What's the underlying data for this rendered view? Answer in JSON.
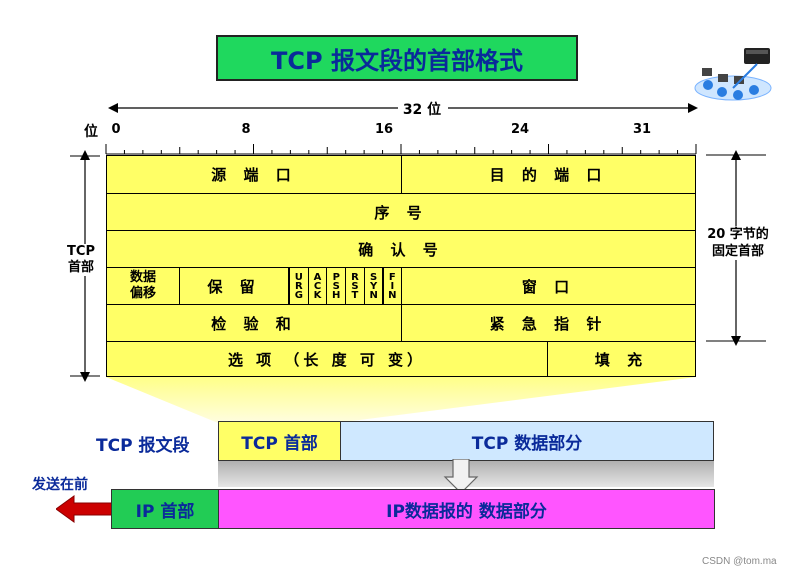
{
  "title": "TCP 报文段的首部格式",
  "bit_width_label": "32 位",
  "bit_axis": {
    "label": "位",
    "ticks": [
      "0",
      "8",
      "16",
      "24",
      "31"
    ]
  },
  "left_label": [
    "TCP",
    "首部"
  ],
  "right_label": [
    "20 字节的",
    "固定首部"
  ],
  "fields": {
    "src_port": "源 端 口",
    "dst_port": "目 的 端 口",
    "seq": "序 号",
    "ack": "确 认 号",
    "offset": [
      "数据",
      "偏移"
    ],
    "reserved": "保 留",
    "flags": [
      "URG",
      "ACK",
      "PSH",
      "RST",
      "SYN",
      "FIN"
    ],
    "window": "窗 口",
    "checksum": "检 验 和",
    "urgent": "紧 急 指 针",
    "options": "选 项 （长 度 可 变）",
    "padding": "填 充"
  },
  "segment": {
    "label": "TCP 报文段",
    "header": "TCP 首部",
    "data": "TCP 数据部分"
  },
  "ip": {
    "send_label": "发送在前",
    "header": "IP 首部",
    "data": "IP数据报的 数据部分"
  },
  "watermark": "CSDN @tom.ma",
  "colors": {
    "field": "#ffff66",
    "title_bg": "#1fd85e",
    "tcp_data": "#cfe8ff",
    "ip_header": "#22cc55",
    "ip_data": "#ff55ff",
    "arrow": "#cc0000"
  }
}
